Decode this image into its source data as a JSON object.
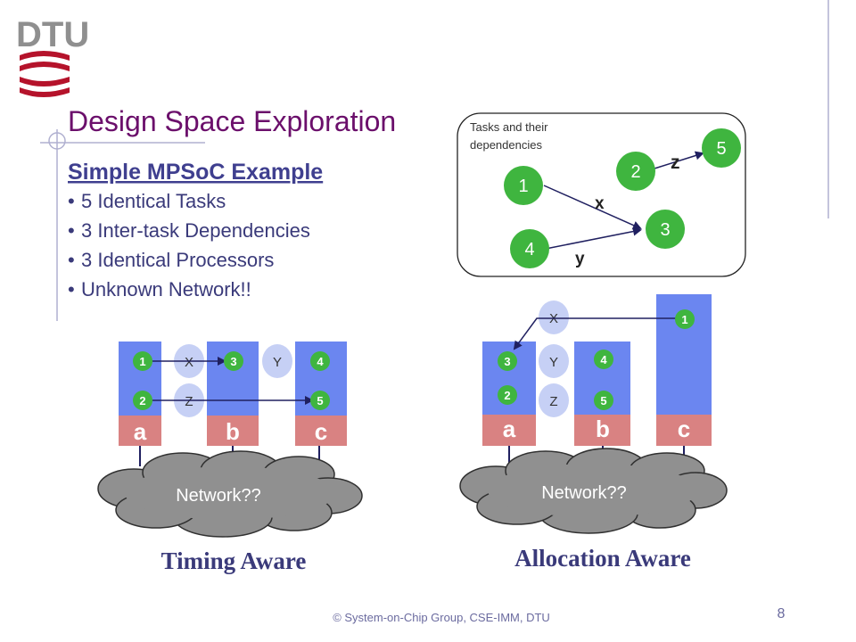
{
  "logo": {
    "text": "DTU",
    "color": "#8f8f8f",
    "stripe_color": "#b5132b"
  },
  "title": "Design Space Exploration",
  "example": {
    "heading": "Simple MPSoC Example",
    "bullets": [
      "5 Identical Tasks",
      "3 Inter-task Dependencies",
      "3 Identical Processors",
      "Unknown Network!!"
    ]
  },
  "task_graph": {
    "caption_line1": "Tasks and their",
    "caption_line2": "dependencies",
    "nodes": [
      "1",
      "2",
      "3",
      "4",
      "5"
    ],
    "edges": {
      "x": "x",
      "y": "y",
      "z": "z"
    }
  },
  "timing": {
    "caption": "Timing Aware",
    "processors": [
      "a",
      "b",
      "c"
    ],
    "tasks": [
      "1",
      "2",
      "3",
      "4",
      "5"
    ],
    "messages": [
      "X",
      "Z",
      "Y"
    ],
    "network": "Network??"
  },
  "allocation": {
    "caption": "Allocation Aware",
    "processors": [
      "a",
      "b",
      "c"
    ],
    "tasks": [
      "1",
      "2",
      "3",
      "4",
      "5"
    ],
    "messages": [
      "X",
      "Y",
      "Z"
    ],
    "network": "Network??"
  },
  "footer": "© System-on-Chip Group, CSE-IMM, DTU",
  "page_number": "8",
  "colors": {
    "title": "#6b0f6b",
    "heading": "#3f3f8f",
    "bullet_text": "#3a3a7a",
    "node_green": "#3fb53f",
    "processor_blue": "#6b86f0",
    "processor_red": "#d98282",
    "message_bubble": "#c6d0f5",
    "network_cloud": "#909090"
  }
}
